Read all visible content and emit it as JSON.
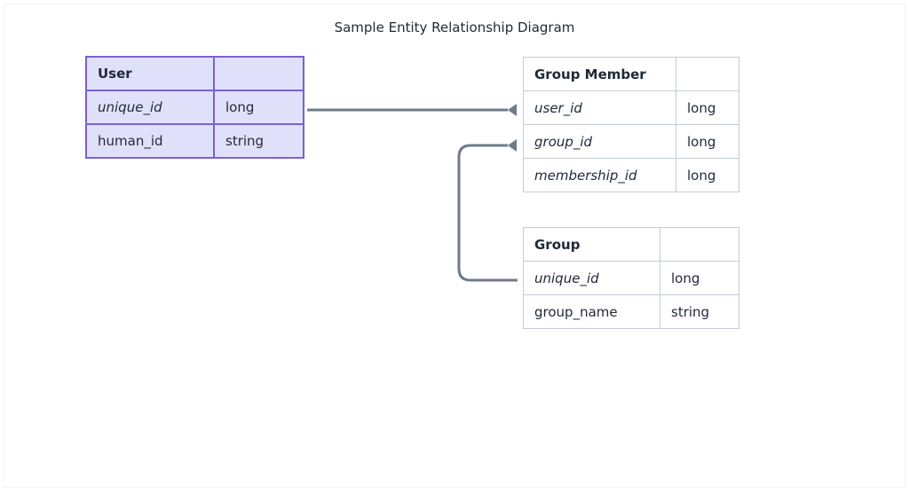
{
  "diagram": {
    "title": "Sample Entity Relationship Diagram"
  },
  "entities": {
    "user": {
      "name": "User",
      "rows": [
        {
          "name": "unique_id",
          "type": "long",
          "key": true
        },
        {
          "name": "human_id",
          "type": "string",
          "key": false
        }
      ]
    },
    "group_member": {
      "name": "Group Member",
      "rows": [
        {
          "name": "user_id",
          "type": "long",
          "key": true
        },
        {
          "name": "group_id",
          "type": "long",
          "key": true
        },
        {
          "name": "membership_id",
          "type": "long",
          "key": true
        }
      ]
    },
    "group": {
      "name": "Group",
      "rows": [
        {
          "name": "unique_id",
          "type": "long",
          "key": true
        },
        {
          "name": "group_name",
          "type": "string",
          "key": false
        }
      ]
    }
  },
  "relationships": [
    {
      "from": "User.unique_id",
      "to": "Group Member.user_id"
    },
    {
      "from": "Group.unique_id",
      "to": "Group Member.group_id"
    }
  ],
  "colors": {
    "user_fill": "#e1e0fb",
    "user_border": "#7b61d3",
    "table_border": "#c4ccd6",
    "connector": "#6e7b88",
    "text": "#1f2937"
  }
}
